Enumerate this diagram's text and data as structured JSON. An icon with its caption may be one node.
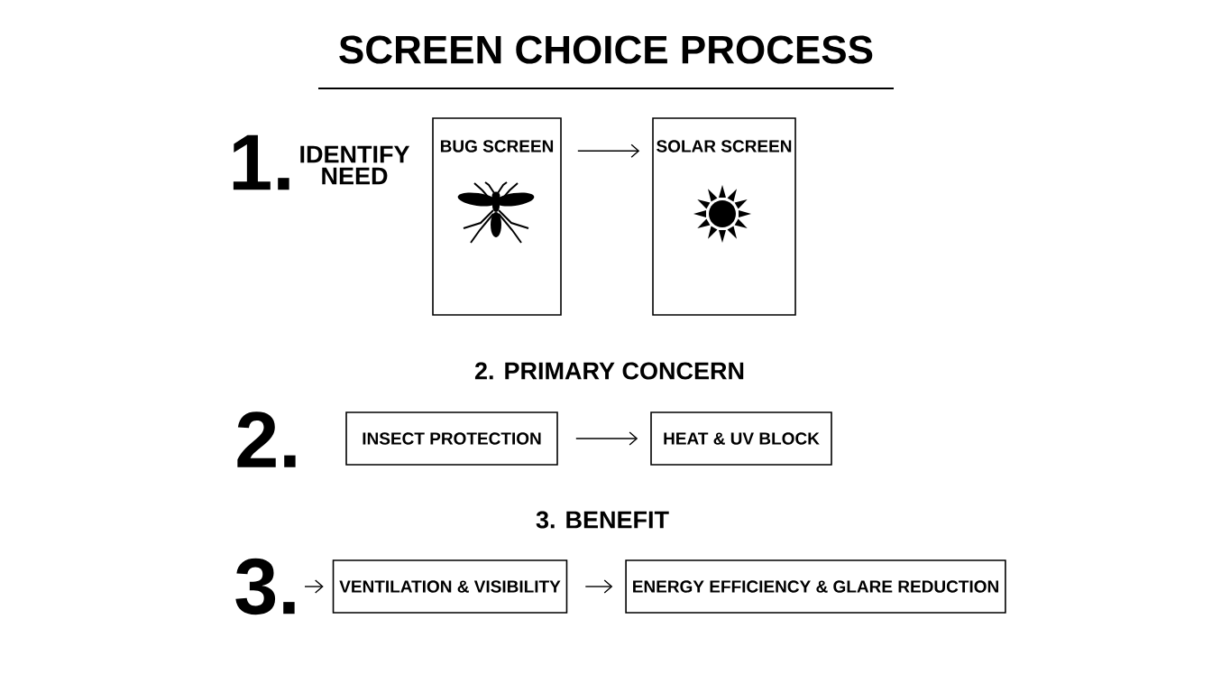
{
  "diagram": {
    "title": "SCREEN CHOICE PROCESS",
    "nodes": [
      {
        "text": [
          "BUG SCREEN"
        ]
      },
      {
        "text": [
          "SOLAR SCREEN"
        ]
      },
      {
        "text": [
          "INSECT PROTECTION"
        ]
      },
      {
        "text": [
          "HEAT & UV BLOCK"
        ]
      },
      {
        "text": [
          "VENTILATION & VISIBILITY"
        ]
      },
      {
        "text": [
          "ENERGY EFFICIENCY & GLARE REDUCTION"
        ]
      }
    ],
    "edges": [
      {
        "from": 0,
        "to": 1,
        "arrow": "to"
      },
      {
        "from": 2,
        "to": 3,
        "arrow": "to"
      },
      {
        "from": null,
        "to": 4,
        "arrow": "to"
      },
      {
        "from": 4,
        "to": 5,
        "arrow": "to"
      }
    ],
    "labels": [
      "1.",
      "IDENTIFY NEED",
      "2. PRIMARY CONCERN",
      "2.",
      "3. BENEFIT",
      "3."
    ]
  }
}
